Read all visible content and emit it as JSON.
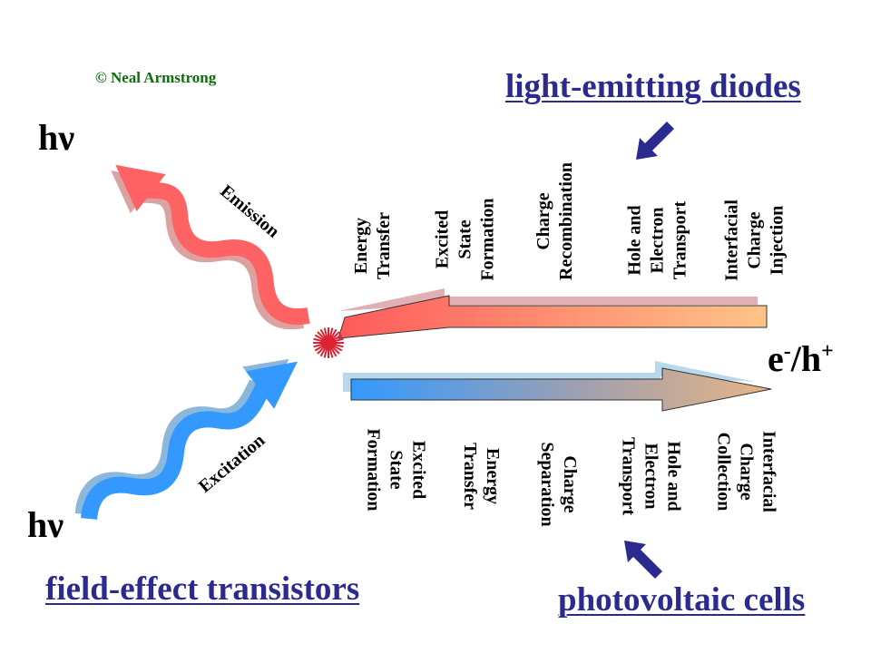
{
  "copyright": "© Neal Armstrong",
  "photon_top": "hν",
  "photon_bottom": "hν",
  "carriers": {
    "base": "e",
    "sup1": "-",
    "mid": "/h",
    "sup2": "+"
  },
  "emission_label": "Emission",
  "excitation_label": "Excitation",
  "devices": {
    "led": "light-emitting diodes",
    "fet": "field-effect transistors",
    "pv": "photovoltaic cells"
  },
  "led_steps": [
    [
      "Energy",
      "Transfer"
    ],
    [
      "Excited",
      "State",
      "Formation"
    ],
    [
      "Charge",
      "Recombination"
    ],
    [
      "Hole and",
      "Electron",
      "Transport"
    ],
    [
      "Interfacial",
      "Charge",
      "Injection"
    ]
  ],
  "pv_steps": [
    [
      "Excited",
      "State",
      "Formation"
    ],
    [
      "Energy",
      "Transfer"
    ],
    [
      "Charge",
      "Separation"
    ],
    [
      "Hole and",
      "Electron",
      "Transport"
    ],
    [
      "Interfacial",
      "Charge",
      "Collection"
    ]
  ],
  "colors": {
    "title": "#2b2b8f",
    "copyright": "#0a6e0a",
    "emission": "#ff6262",
    "excitation": "#3399ff",
    "burst": "#dd2233"
  }
}
